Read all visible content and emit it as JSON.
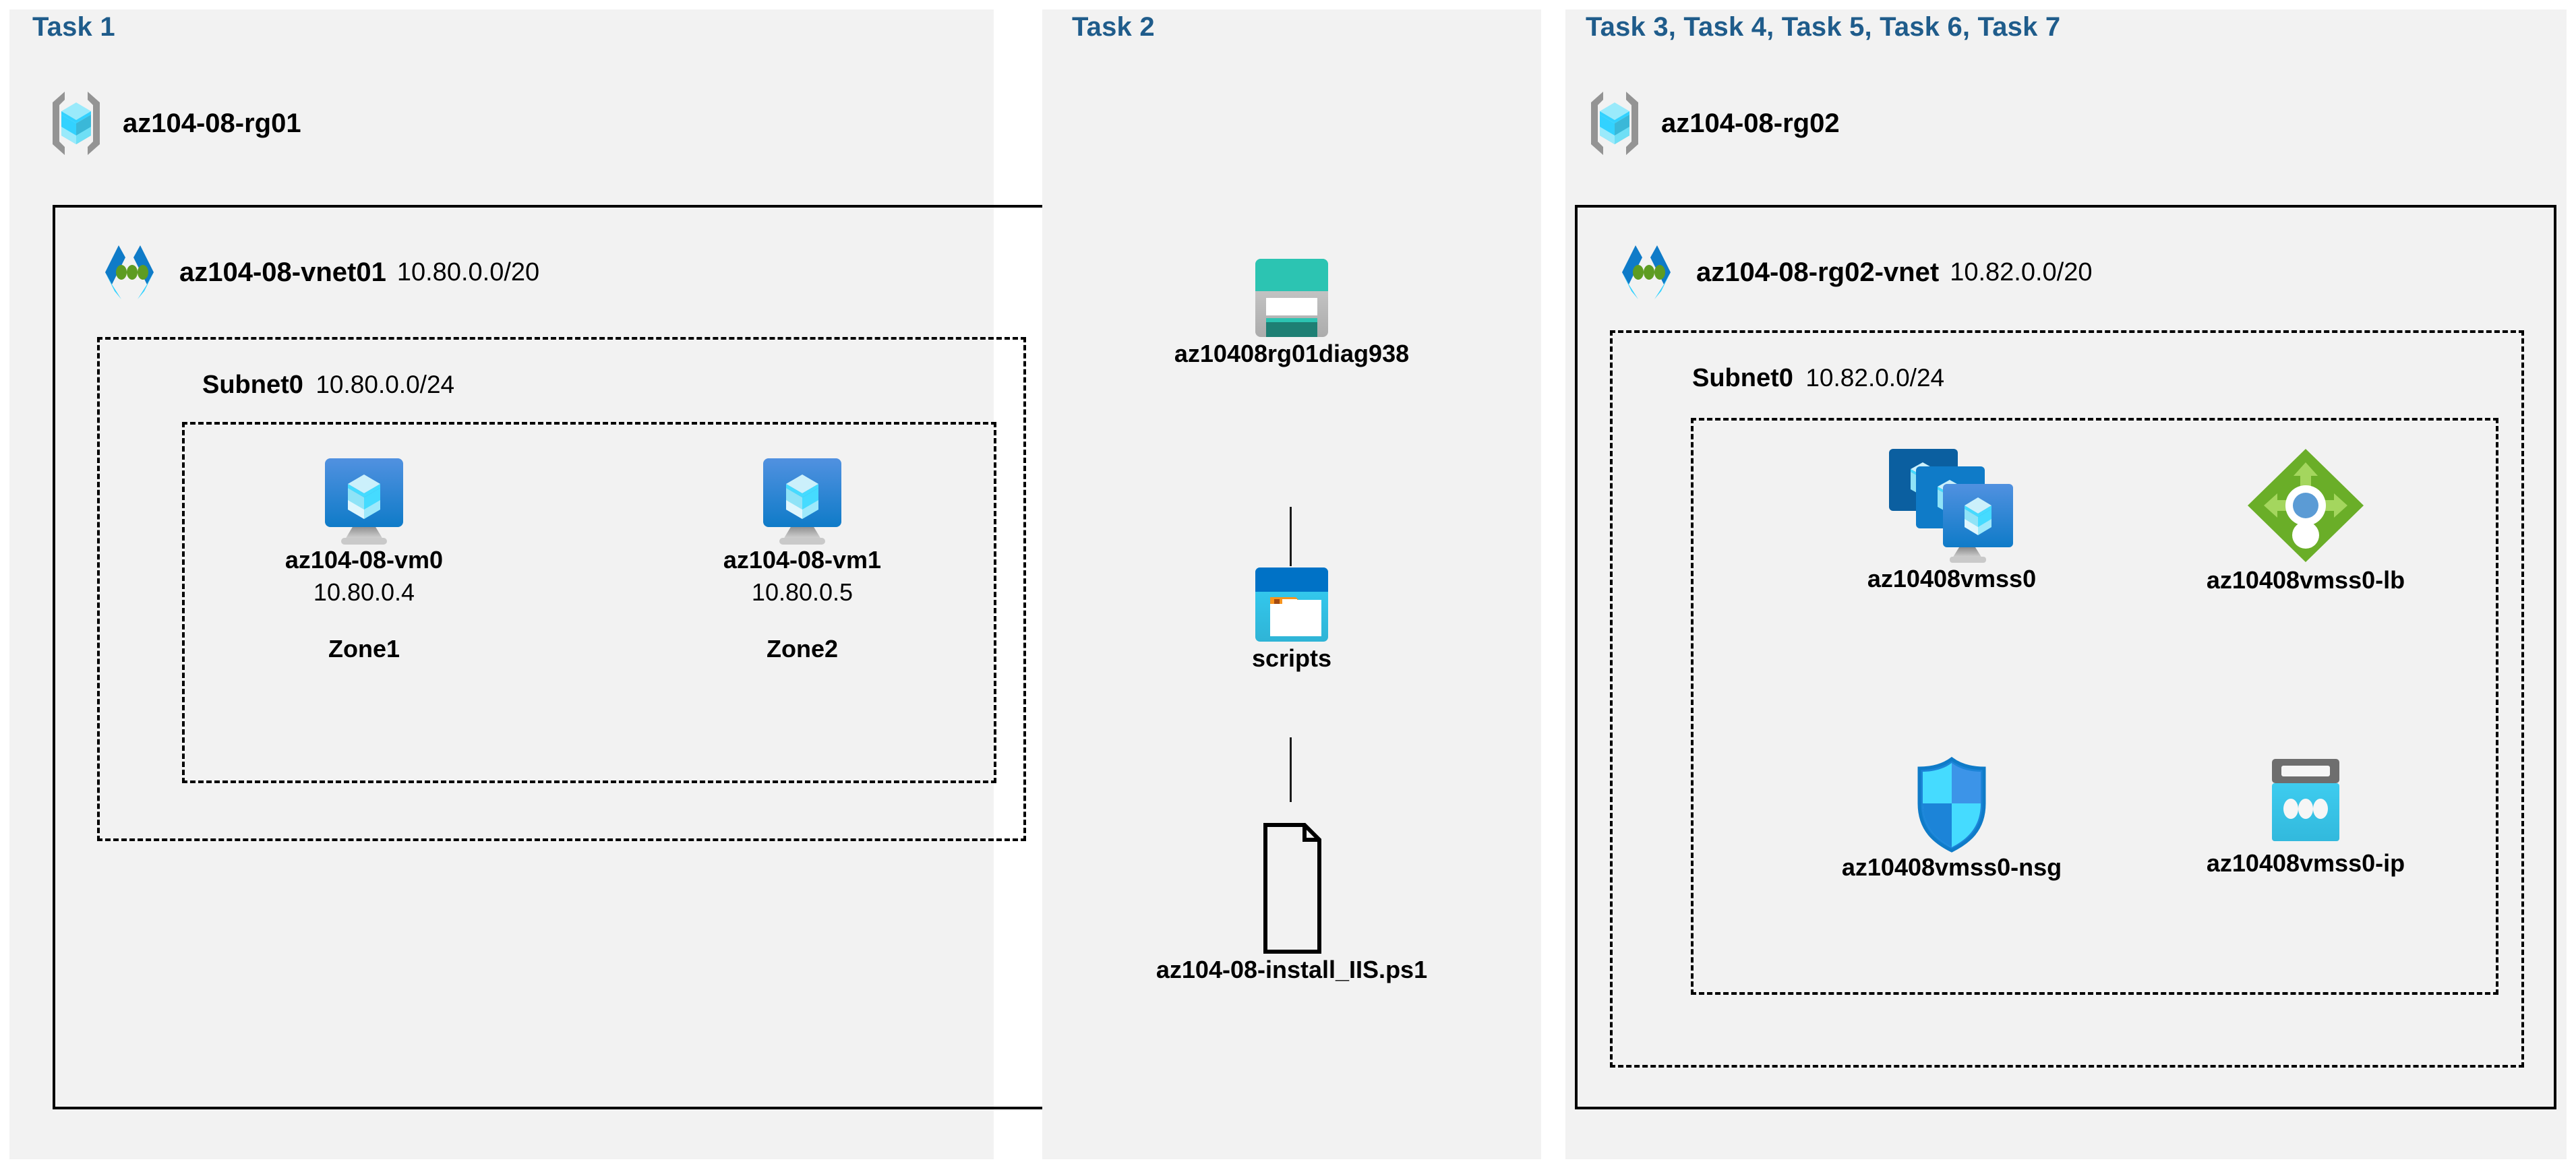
{
  "panels": [
    {
      "id": "task1",
      "label": "Task 1"
    },
    {
      "id": "task2",
      "label": "Task 2"
    },
    {
      "id": "task3",
      "label": "Task 3, Task 4, Task 5, Task 6, Task 7"
    }
  ],
  "colors": {
    "task_label": "#1F5C8B",
    "panel_bg": "#F2F2F2",
    "page_bg": "#FFFFFF",
    "border": "#000000",
    "vnet_dark_blue": "#0F7BC8",
    "vnet_cyan": "#32D2FF",
    "vnet_green_dot": "#5E9C22",
    "rg_bracket_gray": "#949494",
    "rg_cube_cyan": "#32D2FF",
    "vm_monitor_blue": "#0F7BC8",
    "storage_teal": "#2CC4B2",
    "storage_dark_teal": "#1E7F74",
    "container_header_blue": "#0072C6",
    "container_body_cyan": "#32C5F4",
    "container_tab_orange": "#F7941E",
    "lb_green": "#6AAE28",
    "lb_arrow_green": "#A4D65E",
    "lb_dot_blue": "#5B9BD5",
    "nsg_blue": "#3C94E8",
    "nsg_cyan": "#45DBFF",
    "ip_gray": "#6E6E6E",
    "ip_cyan": "#38C6EA"
  },
  "task1": {
    "resource_group": {
      "name": "az104-08-rg01",
      "icon": "resource-group-icon"
    },
    "vnet": {
      "name": "az104-08-vnet01",
      "cidr": "10.80.0.0/20",
      "icon": "virtual-network-icon"
    },
    "subnet": {
      "name": "Subnet0",
      "cidr": "10.80.0.0/24"
    },
    "vms": [
      {
        "name": "az104-08-vm0",
        "ip": "10.80.0.4",
        "zone": "Zone1",
        "icon": "virtual-machine-icon"
      },
      {
        "name": "az104-08-vm1",
        "ip": "10.80.0.5",
        "zone": "Zone2",
        "icon": "virtual-machine-icon"
      }
    ]
  },
  "task2": {
    "items": [
      {
        "name": "az10408rg01diag938",
        "icon": "storage-account-icon"
      },
      {
        "name": "scripts",
        "icon": "blob-container-icon"
      },
      {
        "name": "az104-08-install_IIS.ps1",
        "icon": "file-document-icon"
      }
    ]
  },
  "task3": {
    "resource_group": {
      "name": "az104-08-rg02",
      "icon": "resource-group-icon"
    },
    "vnet": {
      "name": "az104-08-rg02-vnet",
      "cidr": "10.82.0.0/20",
      "icon": "virtual-network-icon"
    },
    "subnet": {
      "name": "Subnet0",
      "cidr": "10.82.0.0/24"
    },
    "resources": [
      {
        "name": "az10408vmss0",
        "icon": "vm-scale-set-icon"
      },
      {
        "name": "az10408vmss0-lb",
        "icon": "load-balancer-icon"
      },
      {
        "name": "az10408vmss0-nsg",
        "icon": "network-security-group-icon"
      },
      {
        "name": "az10408vmss0-ip",
        "icon": "public-ip-address-icon"
      }
    ]
  }
}
